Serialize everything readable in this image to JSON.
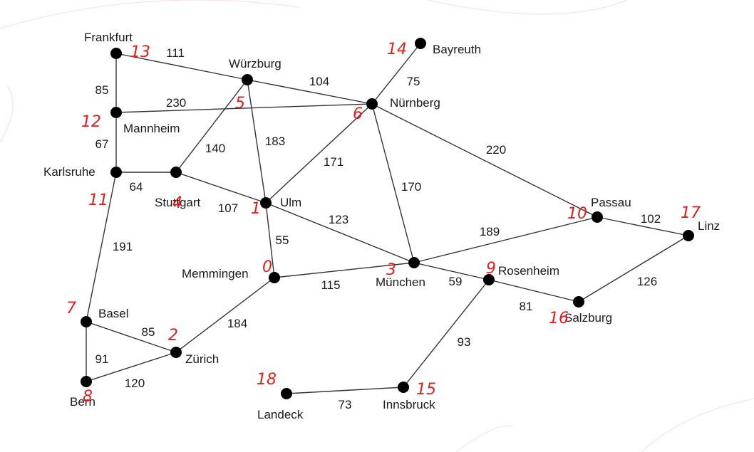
{
  "nodes": [
    {
      "id": "frankfurt",
      "label": "Frankfurt",
      "annotation": "13"
    },
    {
      "id": "wuerzburg",
      "label": "Würzburg",
      "annotation": "5"
    },
    {
      "id": "bayreuth",
      "label": "Bayreuth",
      "annotation": "14"
    },
    {
      "id": "nuernberg",
      "label": "Nürnberg",
      "annotation": "6"
    },
    {
      "id": "mannheim",
      "label": "Mannheim",
      "annotation": "12"
    },
    {
      "id": "karlsruhe",
      "label": "Karlsruhe",
      "annotation": "11"
    },
    {
      "id": "stuttgart",
      "label": "Stuttgart",
      "annotation": "4"
    },
    {
      "id": "ulm",
      "label": "Ulm",
      "annotation": "1"
    },
    {
      "id": "passau",
      "label": "Passau",
      "annotation": "10"
    },
    {
      "id": "linz",
      "label": "Linz",
      "annotation": "17"
    },
    {
      "id": "memmingen",
      "label": "Memmingen",
      "annotation": "0"
    },
    {
      "id": "muenchen",
      "label": "München",
      "annotation": "3"
    },
    {
      "id": "rosenheim",
      "label": "Rosenheim",
      "annotation": "9"
    },
    {
      "id": "salzburg",
      "label": "Salzburg",
      "annotation": "16"
    },
    {
      "id": "basel",
      "label": "Basel",
      "annotation": "7"
    },
    {
      "id": "zuerich",
      "label": "Zürich",
      "annotation": "2"
    },
    {
      "id": "bern",
      "label": "Bern",
      "annotation": "8"
    },
    {
      "id": "landeck",
      "label": "Landeck",
      "annotation": "18"
    },
    {
      "id": "innsbruck",
      "label": "Innsbruck",
      "annotation": "15"
    }
  ],
  "edges": [
    {
      "from": "frankfurt",
      "to": "wuerzburg",
      "weight": "111"
    },
    {
      "from": "frankfurt",
      "to": "mannheim",
      "weight": "85"
    },
    {
      "from": "wuerzburg",
      "to": "nuernberg",
      "weight": "104"
    },
    {
      "from": "wuerzburg",
      "to": "stuttgart",
      "weight": "140"
    },
    {
      "from": "wuerzburg",
      "to": "ulm",
      "weight": "183"
    },
    {
      "from": "bayreuth",
      "to": "nuernberg",
      "weight": "75"
    },
    {
      "from": "mannheim",
      "to": "nuernberg",
      "weight": "230"
    },
    {
      "from": "mannheim",
      "to": "karlsruhe",
      "weight": "67"
    },
    {
      "from": "karlsruhe",
      "to": "stuttgart",
      "weight": "64"
    },
    {
      "from": "karlsruhe",
      "to": "basel",
      "weight": "191"
    },
    {
      "from": "stuttgart",
      "to": "ulm",
      "weight": "107"
    },
    {
      "from": "ulm",
      "to": "nuernberg",
      "weight": "171"
    },
    {
      "from": "ulm",
      "to": "muenchen",
      "weight": "123"
    },
    {
      "from": "ulm",
      "to": "memmingen",
      "weight": "55"
    },
    {
      "from": "nuernberg",
      "to": "muenchen",
      "weight": "170"
    },
    {
      "from": "nuernberg",
      "to": "passau",
      "weight": "220"
    },
    {
      "from": "passau",
      "to": "linz",
      "weight": "102"
    },
    {
      "from": "passau",
      "to": "muenchen",
      "weight": "189"
    },
    {
      "from": "linz",
      "to": "salzburg",
      "weight": "126"
    },
    {
      "from": "memmingen",
      "to": "muenchen",
      "weight": "115"
    },
    {
      "from": "memmingen",
      "to": "zuerich",
      "weight": "184"
    },
    {
      "from": "muenchen",
      "to": "rosenheim",
      "weight": "59"
    },
    {
      "from": "rosenheim",
      "to": "salzburg",
      "weight": "81"
    },
    {
      "from": "rosenheim",
      "to": "innsbruck",
      "weight": "93"
    },
    {
      "from": "basel",
      "to": "zuerich",
      "weight": "85"
    },
    {
      "from": "basel",
      "to": "bern",
      "weight": "91"
    },
    {
      "from": "zuerich",
      "to": "bern",
      "weight": "120"
    },
    {
      "from": "landeck",
      "to": "innsbruck",
      "weight": "73"
    }
  ]
}
